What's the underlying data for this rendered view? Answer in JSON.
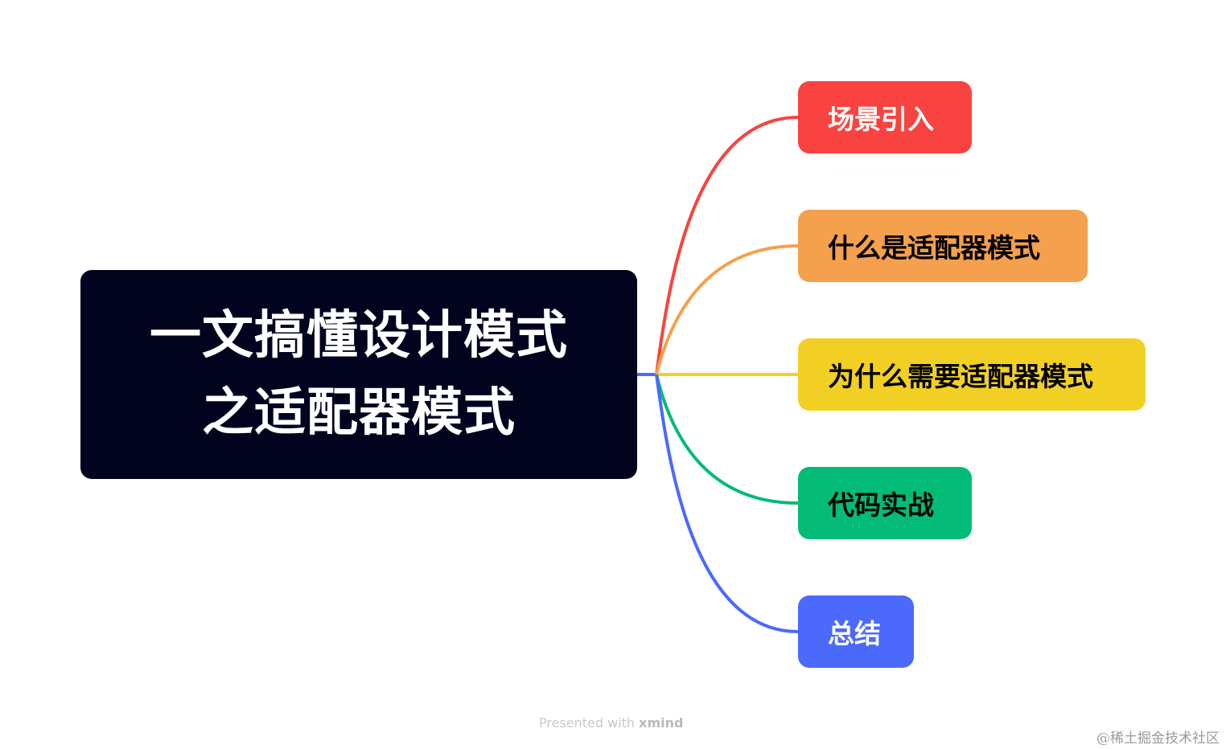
{
  "root": {
    "line1": "一文搞懂设计模式",
    "line2": "之适配器模式",
    "background": "#02031f",
    "text_color": "#ffffff"
  },
  "topics": [
    {
      "label": "场景引入",
      "background": "#f94340",
      "text_color": "#ffffff",
      "line_color": "#f94340"
    },
    {
      "label": "什么是适配器模式",
      "background": "#f4a04c",
      "text_color": "#000000",
      "line_color": "#f4a04c"
    },
    {
      "label": "为什么需要适配器模式",
      "background": "#f2d023",
      "text_color": "#000000",
      "line_color": "#f2d023"
    },
    {
      "label": "代码实战",
      "background": "#02bb77",
      "text_color": "#000000",
      "line_color": "#02bb77"
    },
    {
      "label": "总结",
      "background": "#4b69fb",
      "text_color": "#ffffff",
      "line_color": "#4b69fb"
    }
  ],
  "footer": {
    "presented_with": "Presented with",
    "brand": "xmind",
    "watermark": "@稀土掘金技术社区"
  }
}
